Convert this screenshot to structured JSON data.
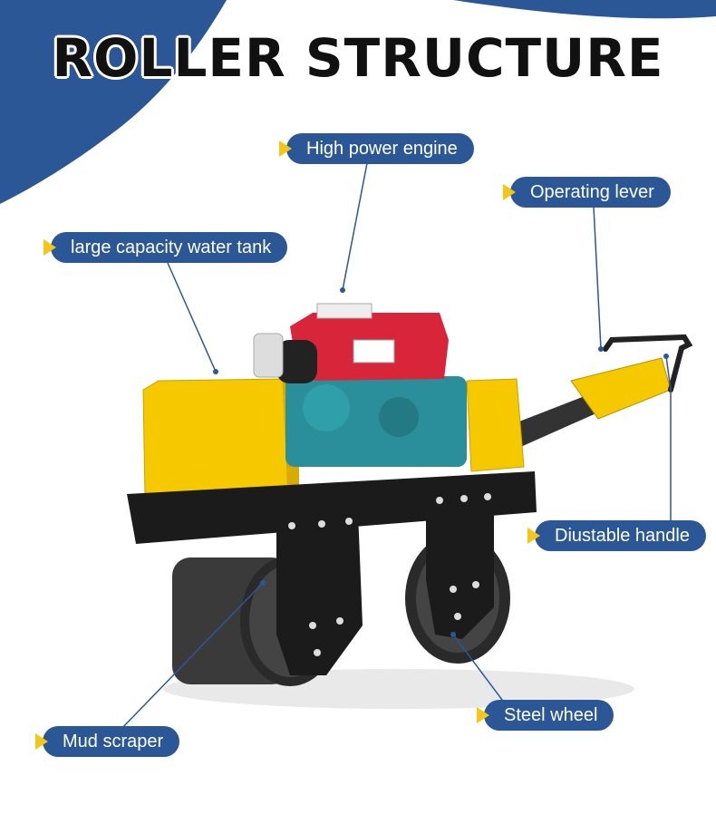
{
  "title": "ROLLER STRUCTURE",
  "labels": {
    "engine": "High power engine",
    "lever": "Operating lever",
    "tank": "large capacity water tank",
    "handle": "Diustable handle",
    "wheel": "Steel wheel",
    "scraper": "Mud scraper"
  },
  "colors": {
    "accent_blue": "#2b5797",
    "arrow_yellow": "#f5c518",
    "machine_yellow": "#f6c800",
    "engine_red": "#d8253a",
    "engine_teal": "#2a8f9a"
  }
}
